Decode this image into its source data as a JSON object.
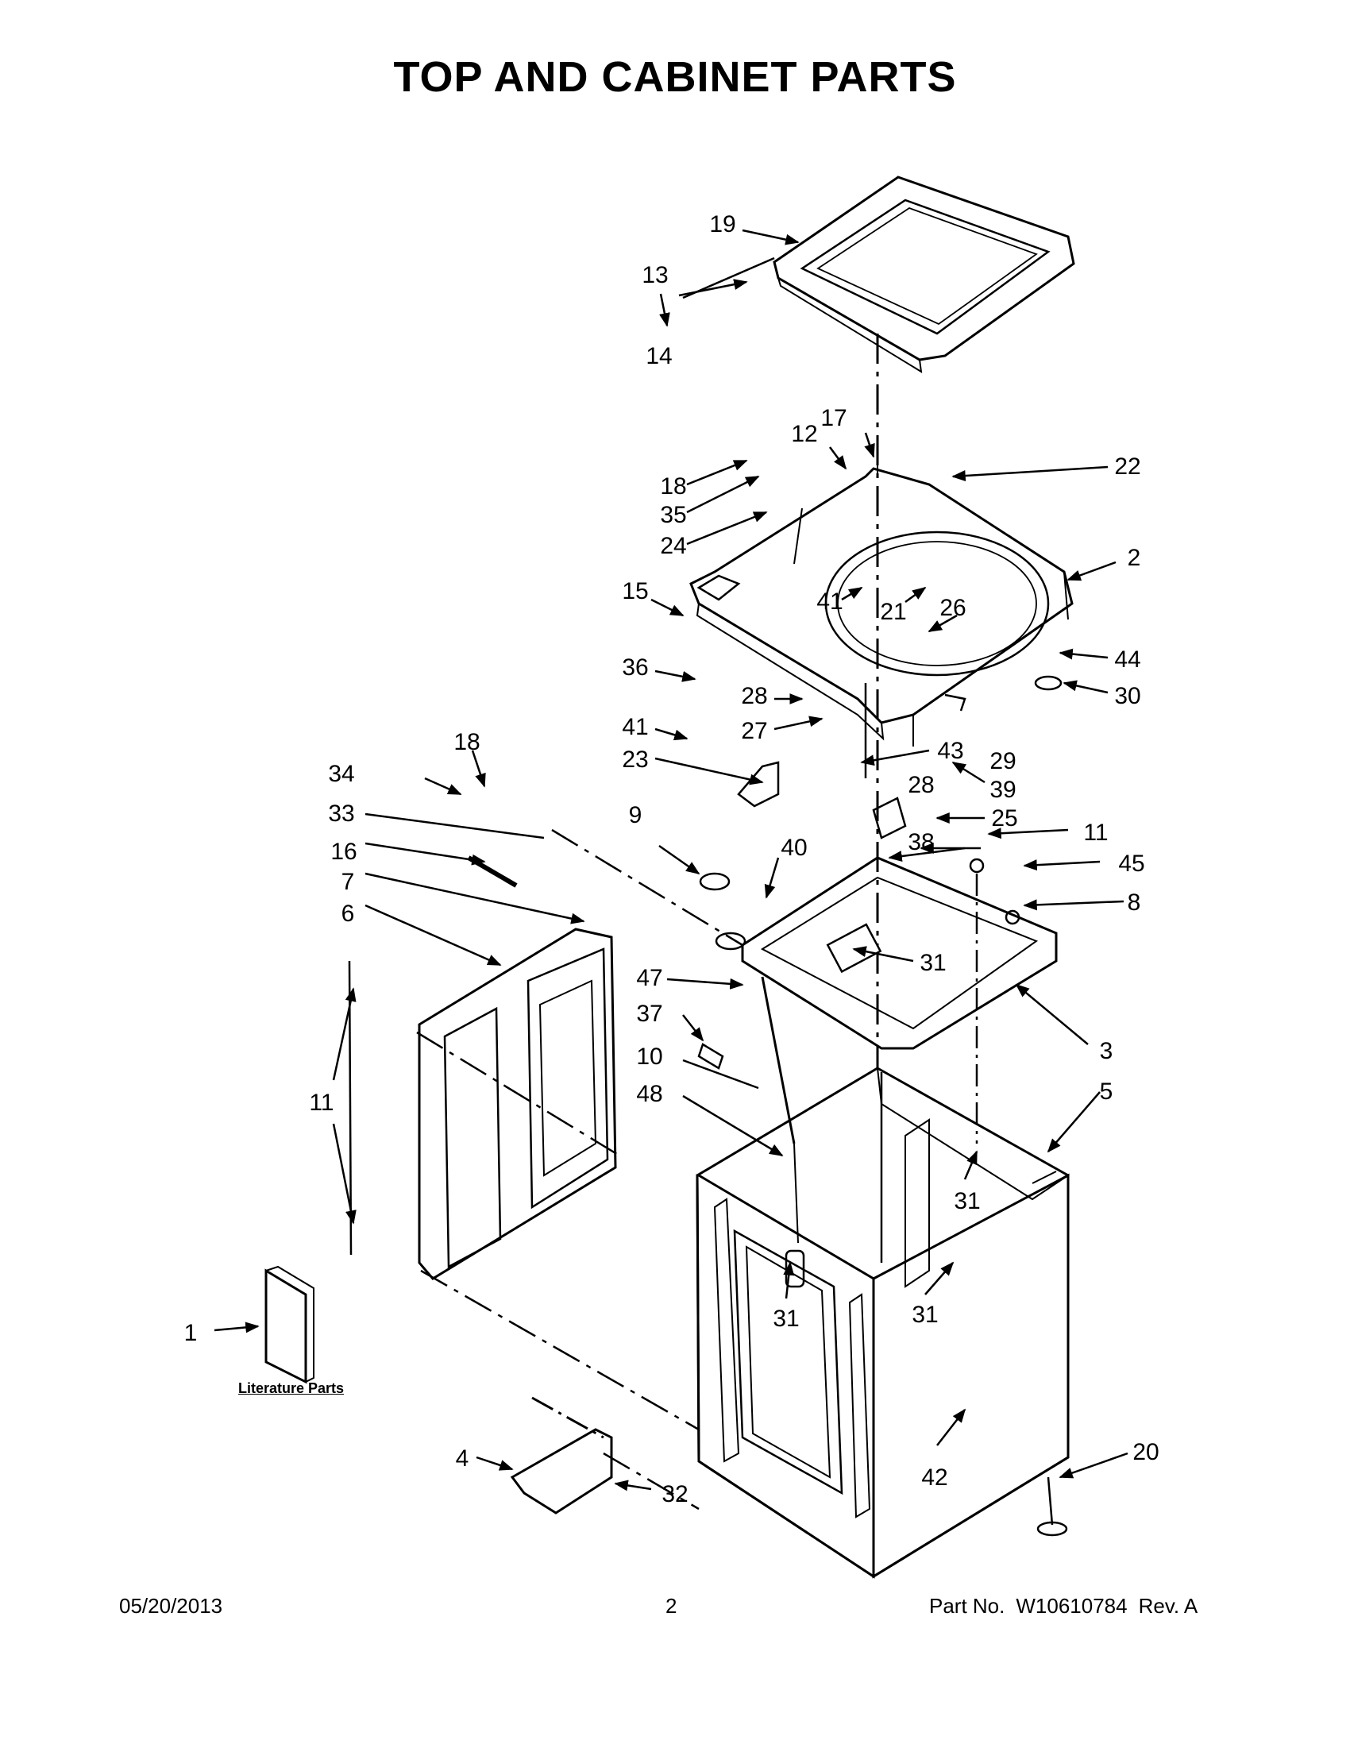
{
  "title": "TOP AND CABINET PARTS",
  "literature_label": "Literature Parts",
  "footer": {
    "date": "05/20/2013",
    "page": "2",
    "part_label": "Part No.",
    "part_number": "W10610784",
    "revision": "Rev. A"
  },
  "callouts": [
    {
      "id": "c19",
      "text": "19"
    },
    {
      "id": "c13",
      "text": "13"
    },
    {
      "id": "c14",
      "text": "14"
    },
    {
      "id": "c12",
      "text": "12"
    },
    {
      "id": "c17",
      "text": "17"
    },
    {
      "id": "c22",
      "text": "22"
    },
    {
      "id": "c18a",
      "text": "18"
    },
    {
      "id": "c35",
      "text": "35"
    },
    {
      "id": "c24",
      "text": "24"
    },
    {
      "id": "c2",
      "text": "2"
    },
    {
      "id": "c15",
      "text": "15"
    },
    {
      "id": "c41a",
      "text": "41"
    },
    {
      "id": "c21",
      "text": "21"
    },
    {
      "id": "c26",
      "text": "26"
    },
    {
      "id": "c36",
      "text": "36"
    },
    {
      "id": "c44",
      "text": "44"
    },
    {
      "id": "c30",
      "text": "30"
    },
    {
      "id": "c28a",
      "text": "28"
    },
    {
      "id": "c27",
      "text": "27"
    },
    {
      "id": "c41b",
      "text": "41"
    },
    {
      "id": "c43",
      "text": "43"
    },
    {
      "id": "c29",
      "text": "29"
    },
    {
      "id": "c23",
      "text": "23"
    },
    {
      "id": "c39",
      "text": "39"
    },
    {
      "id": "c28b",
      "text": "28"
    },
    {
      "id": "c18b",
      "text": "18"
    },
    {
      "id": "c34",
      "text": "34"
    },
    {
      "id": "c33",
      "text": "33"
    },
    {
      "id": "c9",
      "text": "9"
    },
    {
      "id": "c25",
      "text": "25"
    },
    {
      "id": "c38",
      "text": "38"
    },
    {
      "id": "c11a",
      "text": "11"
    },
    {
      "id": "c16",
      "text": "16"
    },
    {
      "id": "c40",
      "text": "40"
    },
    {
      "id": "c45",
      "text": "45"
    },
    {
      "id": "c7",
      "text": "7"
    },
    {
      "id": "c8",
      "text": "8"
    },
    {
      "id": "c6",
      "text": "6"
    },
    {
      "id": "c31a",
      "text": "31"
    },
    {
      "id": "c47",
      "text": "47"
    },
    {
      "id": "c37",
      "text": "37"
    },
    {
      "id": "c3",
      "text": "3"
    },
    {
      "id": "c10",
      "text": "10"
    },
    {
      "id": "c5",
      "text": "5"
    },
    {
      "id": "c11b",
      "text": "11"
    },
    {
      "id": "c48",
      "text": "48"
    },
    {
      "id": "c31b",
      "text": "31"
    },
    {
      "id": "c31c",
      "text": "31"
    },
    {
      "id": "c31d",
      "text": "31"
    },
    {
      "id": "c1",
      "text": "1"
    },
    {
      "id": "c4",
      "text": "4"
    },
    {
      "id": "c32",
      "text": "32"
    },
    {
      "id": "c42",
      "text": "42"
    },
    {
      "id": "c20",
      "text": "20"
    }
  ]
}
